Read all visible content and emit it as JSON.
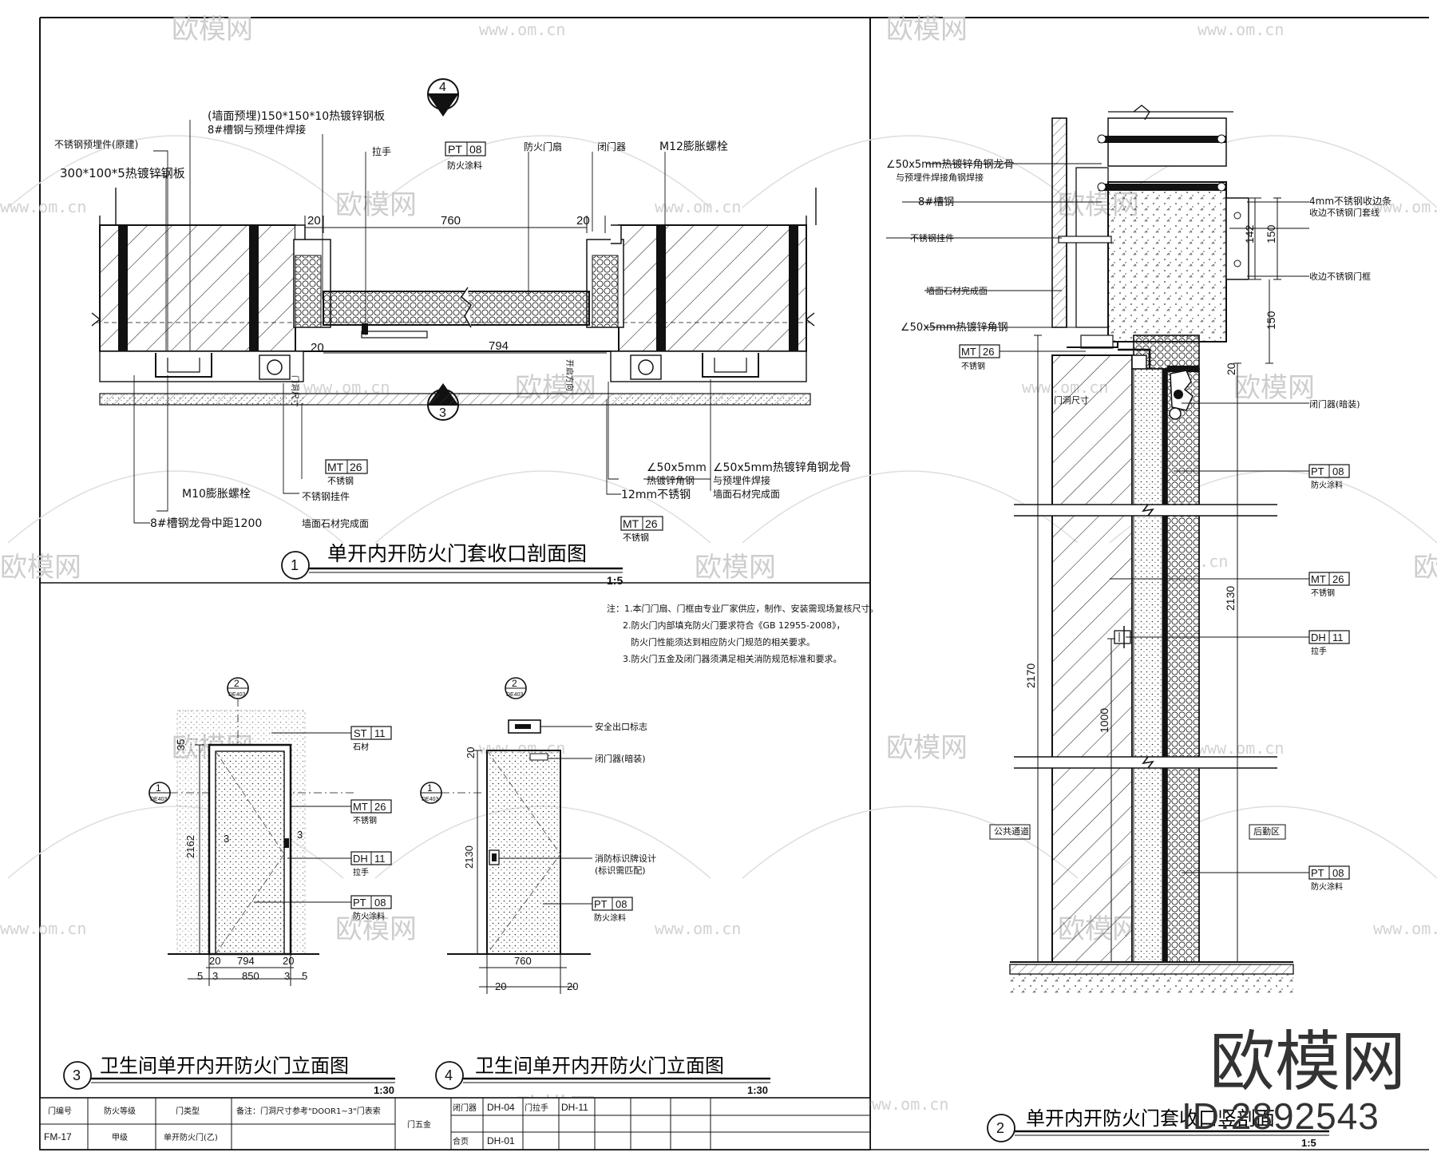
{
  "watermark": {
    "brand": "欧模网",
    "url": "www.om.cn",
    "big_brand": "欧模网",
    "id_text": "ID:2892543"
  },
  "view1": {
    "title": "单开内开防火门套收口剖面图",
    "number": "1",
    "scale": "1:5",
    "marker_top": "4",
    "marker_bottom": "3",
    "dims": {
      "d20a": "20",
      "d760": "760",
      "d20b": "20",
      "d794": "794",
      "d20c": "20"
    },
    "labels": {
      "top_left_1": "不锈钢预埋件(原建)",
      "top_left_2": "300*100*5热镀锌钢板",
      "top_center_1": "(墙面预埋)150*150*10热镀锌钢板",
      "top_center_2": "8#槽钢与预埋件焊接",
      "handle": "拉手",
      "pt": "PT",
      "pt_num": "08",
      "pt_sub": "防火涂料",
      "fire_door": "防火门扇",
      "hinge": "闭门器",
      "bolt": "M12膨胀螺栓",
      "mt": "MT",
      "mt_num": "26",
      "mt_sub": "不锈钢",
      "m10": "M10膨胀螺栓",
      "steel": "不锈钢挂件",
      "channel": "8#槽钢龙骨中距1200",
      "stone": "墙面石材完成面",
      "angle_l": "∠50x5mm",
      "angle_sub": "热镀锌角钢",
      "angle_r": "∠50x5mm热镀锌角钢龙骨",
      "angle_r2": "与预埋件焊接",
      "plate": "12mm不锈钢",
      "face_r": "墙面石材完成面",
      "door_size": "门洞尺寸",
      "opening": "开启方向"
    }
  },
  "view2": {
    "title": "单开内开防火门套收口竖剖面",
    "number": "2",
    "scale": "1:5",
    "labels": {
      "angle_top": "∠50x5mm热镀锌角钢龙骨",
      "angle_top2": "与预埋件焊接角钢焊接",
      "channel": "8#槽钢",
      "steel": "不锈钢挂件",
      "stone": "墙面石材完成面",
      "angle_bot": "∠50x5mm热镀锌角钢",
      "plate_4mm": "4mm不锈钢收边条",
      "plate_4mm_2": "收边不锈钢门套线",
      "sealer": "收边不锈钢门框",
      "mt": "MT",
      "mt_num": "26",
      "mt_sub": "不锈钢",
      "door_size": "门洞尺寸",
      "closer": "闭门器(暗装)",
      "pt": "PT",
      "pt_num": "08",
      "pt_sub": "防火涂料",
      "dh": "DH",
      "dh_num": "11",
      "dh_sub": "拉手",
      "corridor": "公共通道",
      "back": "后勤区",
      "d142": "142",
      "d150a": "150",
      "d150b": "150",
      "d20": "20",
      "d2130": "2130",
      "d2170": "2170",
      "d1000": "1000"
    }
  },
  "notes": {
    "n0": "注：1.本门门扇、门框由专业厂家供应，制作、安装需现场复核尺寸。",
    "n1": "2.防火门内部填充防火门要求符合《GB 12955-2008》，",
    "n2": "防火门性能须达到相应防火门规范的相关要求。",
    "n3": "3.防火门五金及闭门器须满足相关消防规范标准和要求。"
  },
  "view3": {
    "title": "卫生间单开内开防火门立面图",
    "number": "3",
    "scale": "1:30",
    "marker_top": "2",
    "marker_top_ref": "DE403",
    "marker_side": "1",
    "marker_side_ref": "DE403",
    "labels": {
      "st": "ST",
      "st_num": "11",
      "st_sub": "石材",
      "mt": "MT",
      "mt_num": "26",
      "mt_sub": "不锈钢",
      "dh": "DH",
      "dh_num": "11",
      "dh_sub": "拉手",
      "pt": "PT",
      "pt_num": "08",
      "pt_sub": "防火涂料"
    },
    "dims": {
      "h": "2162",
      "w": "850",
      "d794": "794",
      "d20a": "20",
      "d20b": "20",
      "d5a": "5",
      "d5b": "5",
      "d3a": "3",
      "d3b": "3",
      "d35": "35",
      "dl": "3",
      "dr": "3"
    }
  },
  "view4": {
    "title": "卫生间单开内开防火门立面图",
    "number": "4",
    "scale": "1:30",
    "marker_top": "2",
    "marker_top_ref": "DE403",
    "marker_side": "1",
    "marker_side_ref": "DE403",
    "labels": {
      "exit": "安全出口标志",
      "closer": "闭门器(暗装)",
      "sign": "消防标识牌设计",
      "sign2": "(标识需匹配)",
      "pt": "PT",
      "pt_num": "08",
      "pt_sub": "防火涂料"
    },
    "dims": {
      "h": "2130",
      "w": "760",
      "d20a": "20",
      "d20b": "20",
      "d20c": "20"
    }
  },
  "table": {
    "c1_head": "门编号",
    "c2_head": "防火等级",
    "c3_head": "门类型",
    "note_head": "备注：门洞尺寸参考\"DOOR1~3\"门表索",
    "r1": "FM-17",
    "r2": "甲级",
    "r3": "单开防火门(乙)",
    "hw": "门五金",
    "col_a": "闭门器",
    "col_a_val": "DH-04",
    "col_b": "门拉手",
    "col_b_val": "DH-11",
    "col_c": "合页",
    "col_c_val": "DH-01"
  }
}
